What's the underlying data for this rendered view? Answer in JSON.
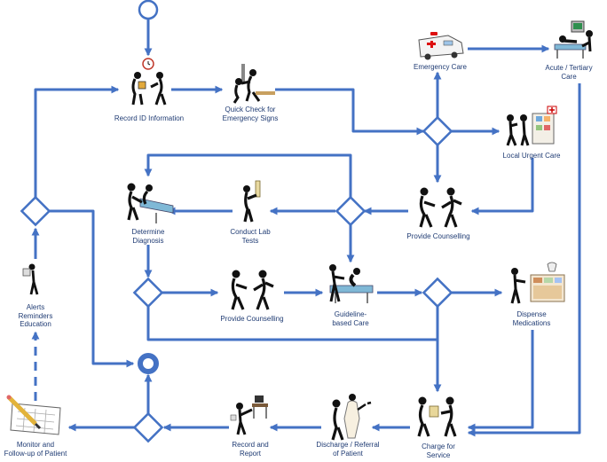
{
  "colors": {
    "flow": "#4472C4",
    "text": "#1f3b73",
    "figure": "#111111"
  },
  "nodes": {
    "record_id": {
      "lines": [
        "Record ID Information"
      ],
      "icon": "clock-figures-icon"
    },
    "quick_check": {
      "lines": [
        "Quick Check for",
        "Emergency Signs"
      ],
      "icon": "examination-icon"
    },
    "emergency_care": {
      "lines": [
        "Emergency Care"
      ],
      "icon": "ambulance-icon"
    },
    "acute_care": {
      "lines": [
        "Acute / Tertiary",
        "Care"
      ],
      "icon": "hospital-bed-icon"
    },
    "local_urgent": {
      "lines": [
        "Local Urgent Care"
      ],
      "icon": "first-aid-cabinet-icon"
    },
    "counselling_1": {
      "lines": [
        "Provide Counselling"
      ],
      "icon": "two-people-talking-icon"
    },
    "lab_tests": {
      "lines": [
        "Conduct Lab",
        "Tests"
      ],
      "icon": "test-tube-icon"
    },
    "diagnosis": {
      "lines": [
        "Determine",
        "Diagnosis"
      ],
      "icon": "exam-table-icon"
    },
    "counselling_2": {
      "lines": [
        "Provide Counselling"
      ],
      "icon": "two-people-talking-icon"
    },
    "guideline_care": {
      "lines": [
        "Guideline-",
        "based Care"
      ],
      "icon": "patient-bed-icon"
    },
    "dispense": {
      "lines": [
        "Dispense",
        "Medications"
      ],
      "icon": "pharmacy-counter-icon"
    },
    "alerts": {
      "lines": [
        "Alerts",
        "Reminders",
        "Education"
      ],
      "icon": "reading-person-icon"
    },
    "monitor": {
      "lines": [
        "Monitor and",
        "Follow-up of Patient"
      ],
      "icon": "calendar-pencil-icon"
    },
    "record_report": {
      "lines": [
        "Record and",
        "Report"
      ],
      "icon": "desk-computer-icon"
    },
    "discharge": {
      "lines": [
        "Discharge / Referral",
        "of Patient"
      ],
      "icon": "doctor-patient-icon"
    },
    "charge": {
      "lines": [
        "Charge for",
        "Service"
      ],
      "icon": "payment-clipboard-icon"
    }
  }
}
